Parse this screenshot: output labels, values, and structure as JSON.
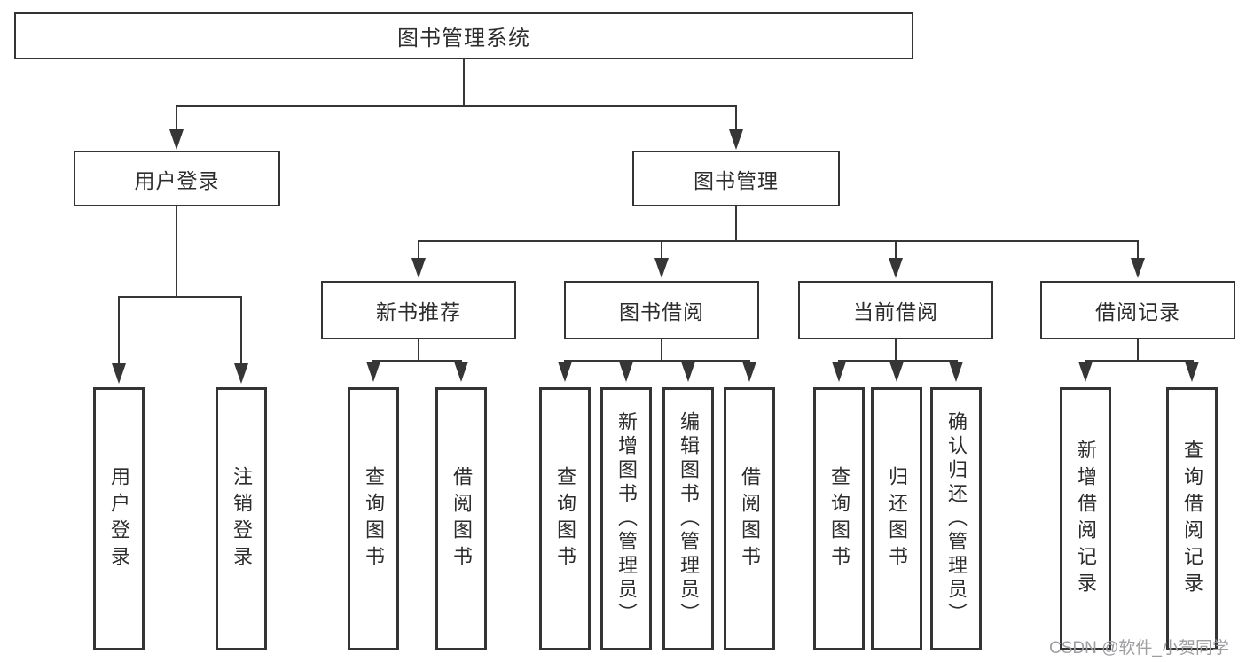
{
  "diagram": {
    "root": {
      "label": "图书管理系统"
    },
    "branches": [
      {
        "label": "用户登录",
        "children": [
          {
            "label": "用户登录"
          },
          {
            "label": "注销登录"
          }
        ]
      },
      {
        "label": "图书管理",
        "children": [
          {
            "label": "新书推荐",
            "children": [
              {
                "label": "查询图书"
              },
              {
                "label": "借阅图书"
              }
            ]
          },
          {
            "label": "图书借阅",
            "children": [
              {
                "label": "查询图书"
              },
              {
                "label": "新增图书（管理员）"
              },
              {
                "label": "编辑图书（管理员）"
              },
              {
                "label": "借阅图书"
              }
            ]
          },
          {
            "label": "当前借阅",
            "children": [
              {
                "label": "查询图书"
              },
              {
                "label": "归还图书"
              },
              {
                "label": "确认归还（管理员）"
              }
            ]
          },
          {
            "label": "借阅记录",
            "children": [
              {
                "label": "新增借阅记录"
              },
              {
                "label": "查询借阅记录"
              }
            ]
          }
        ]
      }
    ]
  },
  "watermark": {
    "text": "CSDN @软件_小贺同学"
  },
  "colors": {
    "line": "#363636",
    "border": "#343434",
    "text": "#2d2d2d",
    "watermark": "#9e9ea2",
    "background": "#ffffff"
  }
}
